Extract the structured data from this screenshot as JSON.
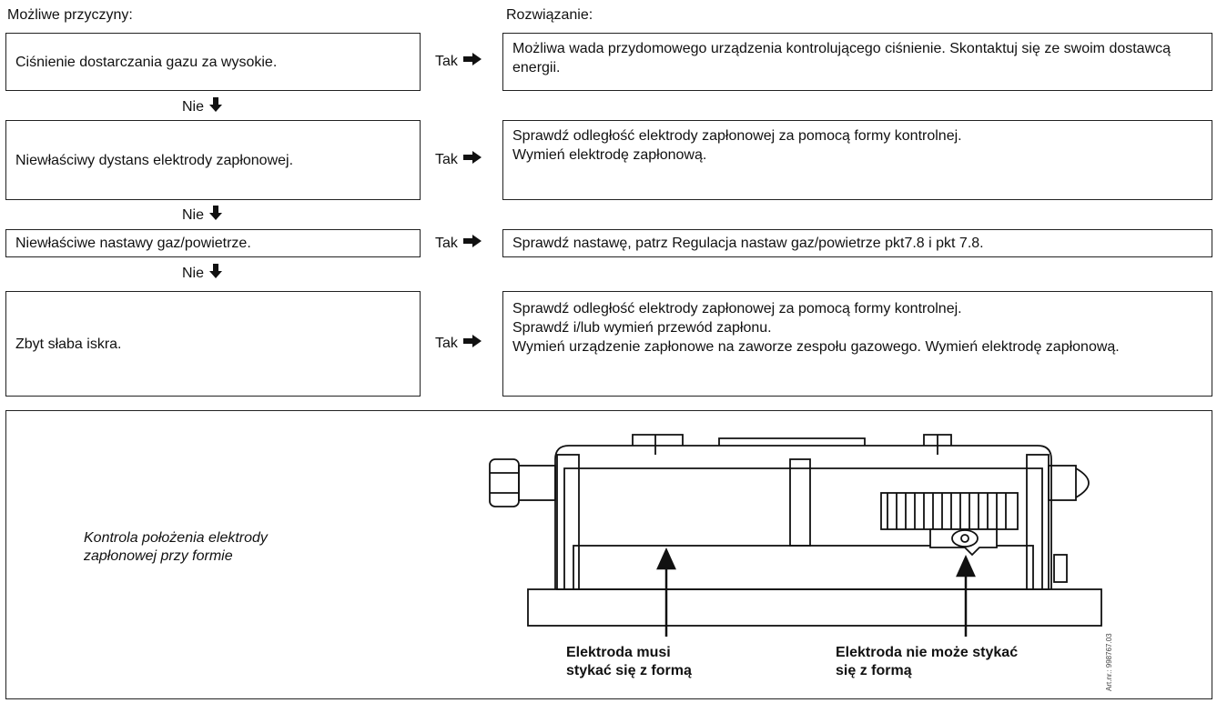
{
  "headers": {
    "causes": "Możliwe przyczyny:",
    "solution": "Rozwiązanie:"
  },
  "yes_label": "Tak",
  "no_label": "Nie",
  "rows": [
    {
      "cause": "Ciśnienie dostarczania gazu za wysokie.",
      "solution": [
        "Możliwa wada przydomowego urządzenia kontrolującego ciśnienie. Skontaktuj się ze swoim dostawcą energii."
      ]
    },
    {
      "cause": "Niewłaściwy dystans elektrody zapłonowej.",
      "solution": [
        "Sprawdź odległość elektrody zapłonowej za pomocą formy kontrolnej.",
        "Wymień elektrodę zapłonową."
      ]
    },
    {
      "cause": "Niewłaściwe nastawy gaz/powietrze.",
      "solution": [
        "Sprawdź nastawę, patrz Regulacja nastaw gaz/powietrze pkt7.8 i pkt 7.8."
      ]
    },
    {
      "cause": "Zbyt słaba iskra.",
      "solution": [
        "Sprawdź odległość elektrody zapłonowej za pomocą formy kontrolnej.",
        "Sprawdź i/lub wymień przewód zapłonu.",
        "Wymień urządzenie zapłonowe na zaworze zespołu gazowego. Wymień elektrodę zapłonową."
      ]
    }
  ],
  "figure": {
    "caption_line1": "Kontrola położenia elektrody",
    "caption_line2": "zapłonowej przy formie",
    "label_left_line1": "Elektroda musi",
    "label_left_line2": "stykać się z formą",
    "label_right_line1": "Elektroda nie może stykać",
    "label_right_line2": "się z formą",
    "art_nr": "Art.nr.: 998767.03"
  }
}
